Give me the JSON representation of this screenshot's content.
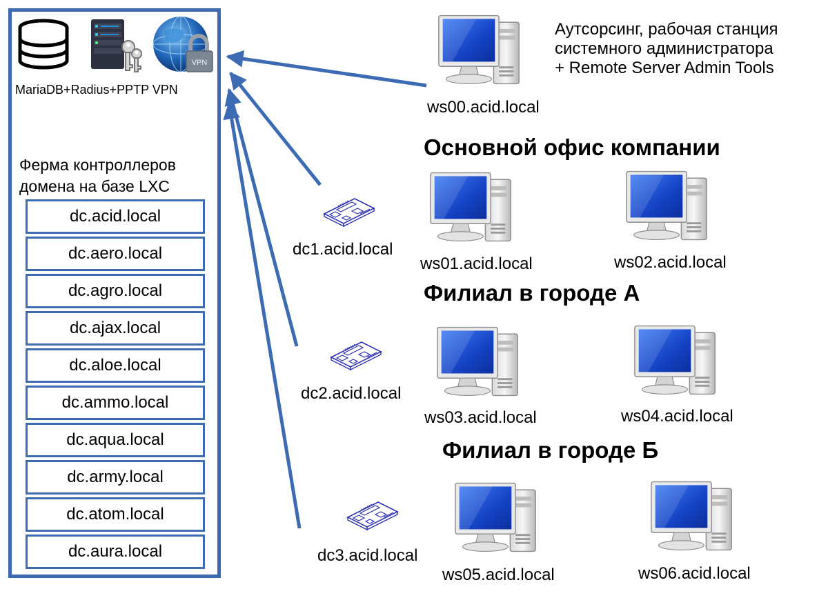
{
  "panel": {
    "services_label": "MariaDB+Radius+PPTP VPN",
    "vpn_badge": "VPN",
    "farm_title_line1": "Ферма контроллеров",
    "farm_title_line2": "домена на базе LXC",
    "controllers": [
      "dc.acid.local",
      "dc.aero.local",
      "dc.agro.local",
      "dc.ajax.local",
      "dc.aloe.local",
      "dc.ammo.local",
      "dc.aqua.local",
      "dc.army.local",
      "dc.atom.local",
      "dc.aura.local"
    ]
  },
  "admin": {
    "host": "ws00.acid.local",
    "note_line1": "Аутсорсинг, рабочая станция",
    "note_line2": "системного  администратора",
    "note_line3": "+ Remote Server Admin Tools"
  },
  "sites": [
    {
      "title": "Основной офис компании",
      "dc": "dc1.acid.local",
      "ws_a": "ws01.acid.local",
      "ws_b": "ws02.acid.local"
    },
    {
      "title": "Филиал в городе А",
      "dc": "dc2.acid.local",
      "ws_a": "ws03.acid.local",
      "ws_b": "ws04.acid.local"
    },
    {
      "title": "Филиал в городе Б",
      "dc": "dc3.acid.local",
      "ws_a": "ws05.acid.local",
      "ws_b": "ws06.acid.local"
    }
  ],
  "colors": {
    "accent": "#3d6bb3",
    "screen": "#1d4fd6"
  }
}
